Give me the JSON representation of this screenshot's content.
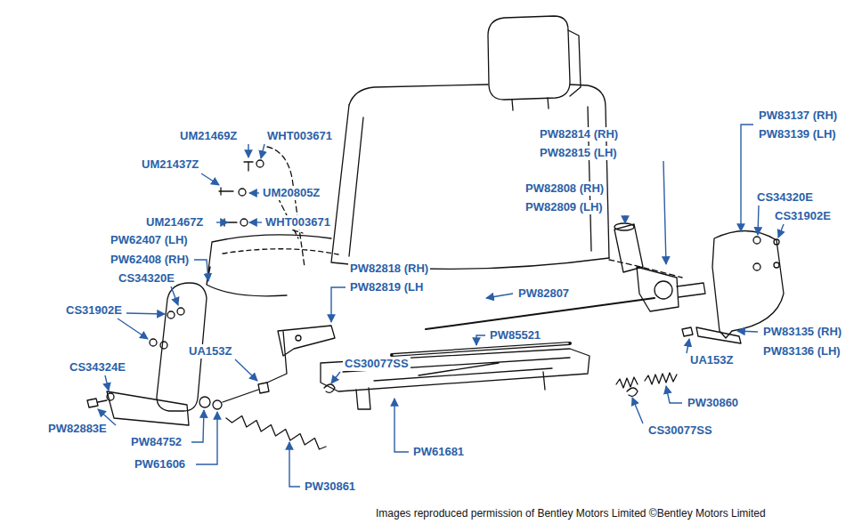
{
  "diagram": {
    "caption": "Images reproduced permission of Bentley Motors Limited ©Bentley Motors Limited",
    "labels": [
      "UM21469Z",
      "WHT003671",
      "UM21437Z",
      "UM20805Z",
      "UM21467Z",
      "WHT003671",
      "PW62407 (LH)",
      "PW62408 (RH)",
      "CS34320E",
      "CS31902E",
      "CS34324E",
      "PW82883E",
      "PW84752",
      "PW61606",
      "PW30861",
      "UA153Z",
      "CS30077SS",
      "PW82818 (RH)",
      "PW82819 (LH",
      "PW82814 (RH)",
      "PW82815 (LH)",
      "PW82808 (RH)",
      "PW82809 (LH)",
      "PW82807",
      "PW85521",
      "PW61681",
      "PW83137 (RH)",
      "PW83139 (LH)",
      "CS34320E",
      "CS31902E",
      "PW83135 (RH)",
      "PW83136 (LH)",
      "UA153Z",
      "PW30860",
      "CS30077SS"
    ]
  }
}
